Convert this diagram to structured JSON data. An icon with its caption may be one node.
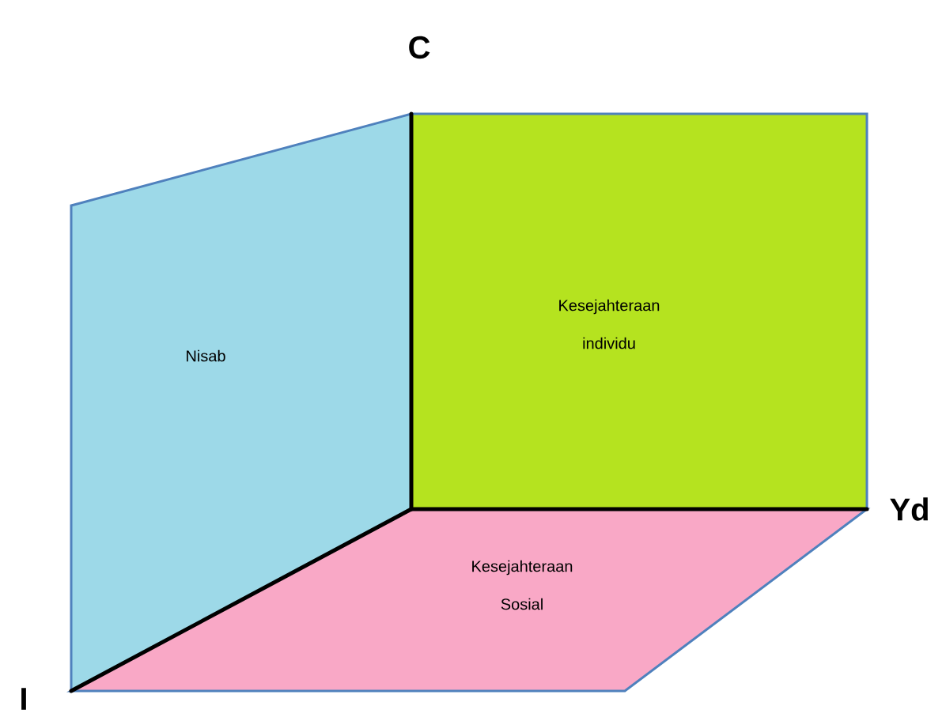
{
  "diagram": {
    "nodes": [
      {
        "text": [
          "Nisab"
        ]
      },
      {
        "text": [
          "Kesejahteraan individu"
        ]
      },
      {
        "text": [
          "Kesejahteraan Sosial"
        ]
      }
    ],
    "labels": [
      "C",
      "Yd",
      "I"
    ]
  }
}
